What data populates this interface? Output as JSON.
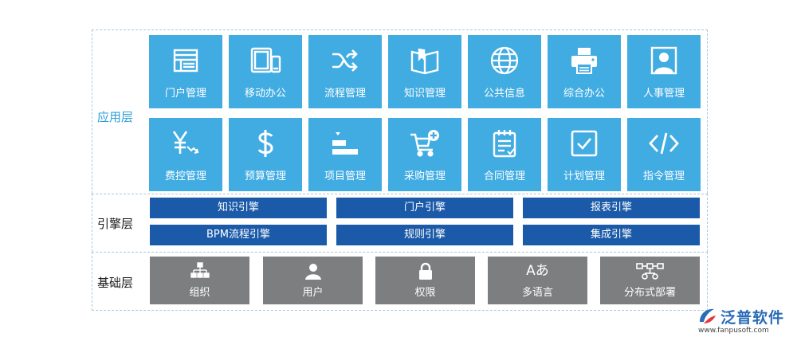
{
  "layers": {
    "app": "应用层",
    "engine": "引擎层",
    "base": "基础层"
  },
  "app_row1": [
    {
      "label": "门户管理",
      "icon": "browser-window-icon"
    },
    {
      "label": "移动办公",
      "icon": "tablet-phone-icon"
    },
    {
      "label": "流程管理",
      "icon": "shuffle-arrows-icon"
    },
    {
      "label": "知识管理",
      "icon": "open-book-icon"
    },
    {
      "label": "公共信息",
      "icon": "globe-icon"
    },
    {
      "label": "综合办公",
      "icon": "printer-icon"
    },
    {
      "label": "人事管理",
      "icon": "person-portrait-icon"
    }
  ],
  "app_row2": [
    {
      "label": "费控管理",
      "icon": "yen-down-trend-icon"
    },
    {
      "label": "预算管理",
      "icon": "dollar-icon"
    },
    {
      "label": "项目管理",
      "icon": "gantt-bars-icon"
    },
    {
      "label": "采购管理",
      "icon": "shopping-cart-plus-icon"
    },
    {
      "label": "合同管理",
      "icon": "contract-document-icon"
    },
    {
      "label": "计划管理",
      "icon": "checkbox-icon"
    },
    {
      "label": "指令管理",
      "icon": "code-brackets-icon"
    }
  ],
  "engines": {
    "row1": [
      "知识引擎",
      "门户引擎",
      "报表引擎"
    ],
    "row2": [
      "BPM流程引擎",
      "规则引擎",
      "集成引擎"
    ]
  },
  "base": [
    {
      "label": "组织",
      "icon": "org-chart-icon"
    },
    {
      "label": "用户",
      "icon": "user-icon"
    },
    {
      "label": "权限",
      "icon": "lock-icon"
    },
    {
      "label": "多语言",
      "icon": "language-icon",
      "glyph": "Aあ"
    },
    {
      "label": "分布式部署",
      "icon": "network-nodes-icon"
    }
  ],
  "logo": {
    "name": "泛普软件",
    "url": "www.fanpusoft.com"
  },
  "colors": {
    "app_tile": "#41ace2",
    "engine_bar": "#1b5aa8",
    "base_tile": "#7d7e80",
    "app_label": "#2d9ed8"
  }
}
